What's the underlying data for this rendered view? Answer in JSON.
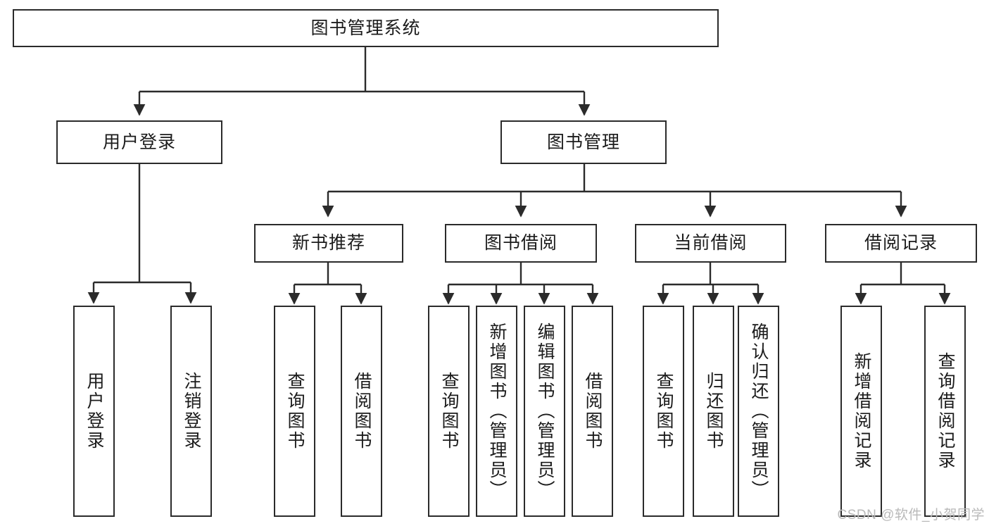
{
  "diagram": {
    "type": "tree",
    "title": "图书管理系统",
    "watermark": "CSDN @软件_小贺同学",
    "colors": {
      "box_border": "#2b2b2b",
      "box_fill": "#ffffff",
      "line": "#2b2b2b",
      "text": "#1b1b1b",
      "watermark": "#b9b9b9"
    },
    "nodes": {
      "root": "图书管理系统",
      "level2": [
        "用户登录",
        "图书管理"
      ],
      "level3": [
        "新书推荐",
        "图书借阅",
        "当前借阅",
        "借阅记录"
      ],
      "leaves": {
        "user_login": [
          "用户登录",
          "注销登录"
        ],
        "new_book_recommend": [
          "查询图书",
          "借阅图书"
        ],
        "book_borrow": [
          "查询图书",
          "新增图书（管理员）",
          "编辑图书（管理员）",
          "借阅图书"
        ],
        "current_borrow": [
          "查询图书",
          "归还图书",
          "确认归还（管理员）"
        ],
        "borrow_record": [
          "新增借阅记录",
          "查询借阅记录"
        ]
      }
    }
  }
}
